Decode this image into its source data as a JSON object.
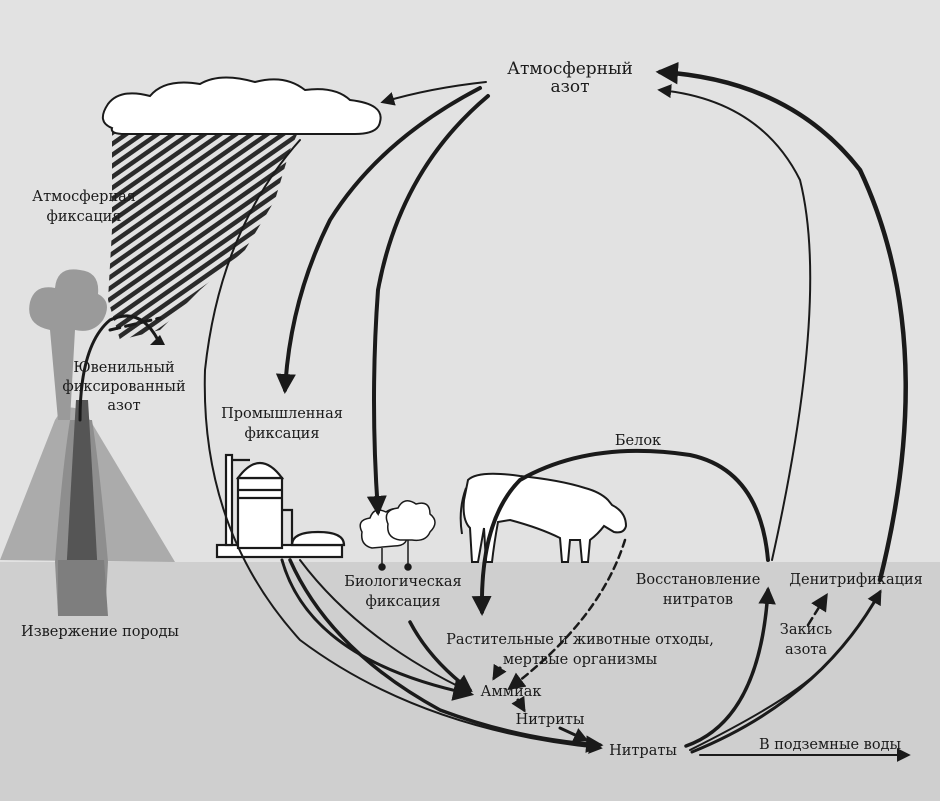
{
  "labels": {
    "atmospheric_nitrogen_1": "Атмосферный",
    "atmospheric_nitrogen_2": "азот",
    "atmospheric_fixation_1": "Атмосферная",
    "atmospheric_fixation_2": "фиксация",
    "juvenile_1": "Ювенильный",
    "juvenile_2": "фиксированный",
    "juvenile_3": "азот",
    "industrial_1": "Промышленная",
    "industrial_2": "фиксация",
    "protein": "Белок",
    "biological_1": "Биологическая",
    "biological_2": "фиксация",
    "nitrate_reduction_1": "Восстановление",
    "nitrate_reduction_2": "нитратов",
    "denitrification": "Денитрификация",
    "nitrous_oxide_1": "Закись",
    "nitrous_oxide_2": "азота",
    "waste_1": "Растительные и животные отходы,",
    "waste_2": "мертвые организмы",
    "ammonia": "Аммиак",
    "nitrites": "Нитриты",
    "nitrates": "Нитраты",
    "groundwater": "В подземные воды",
    "eruption": "Извержение породы"
  },
  "colors": {
    "sky": "#e2e2e2",
    "ground": "#cfcfcf",
    "ink": "#1a1a1a",
    "volcano": "#a9a9a9",
    "magma": "#555555"
  },
  "icons": [
    "cloud-icon",
    "rain-icon",
    "volcano-icon",
    "factory-icon",
    "plant-icon",
    "cow-icon"
  ]
}
